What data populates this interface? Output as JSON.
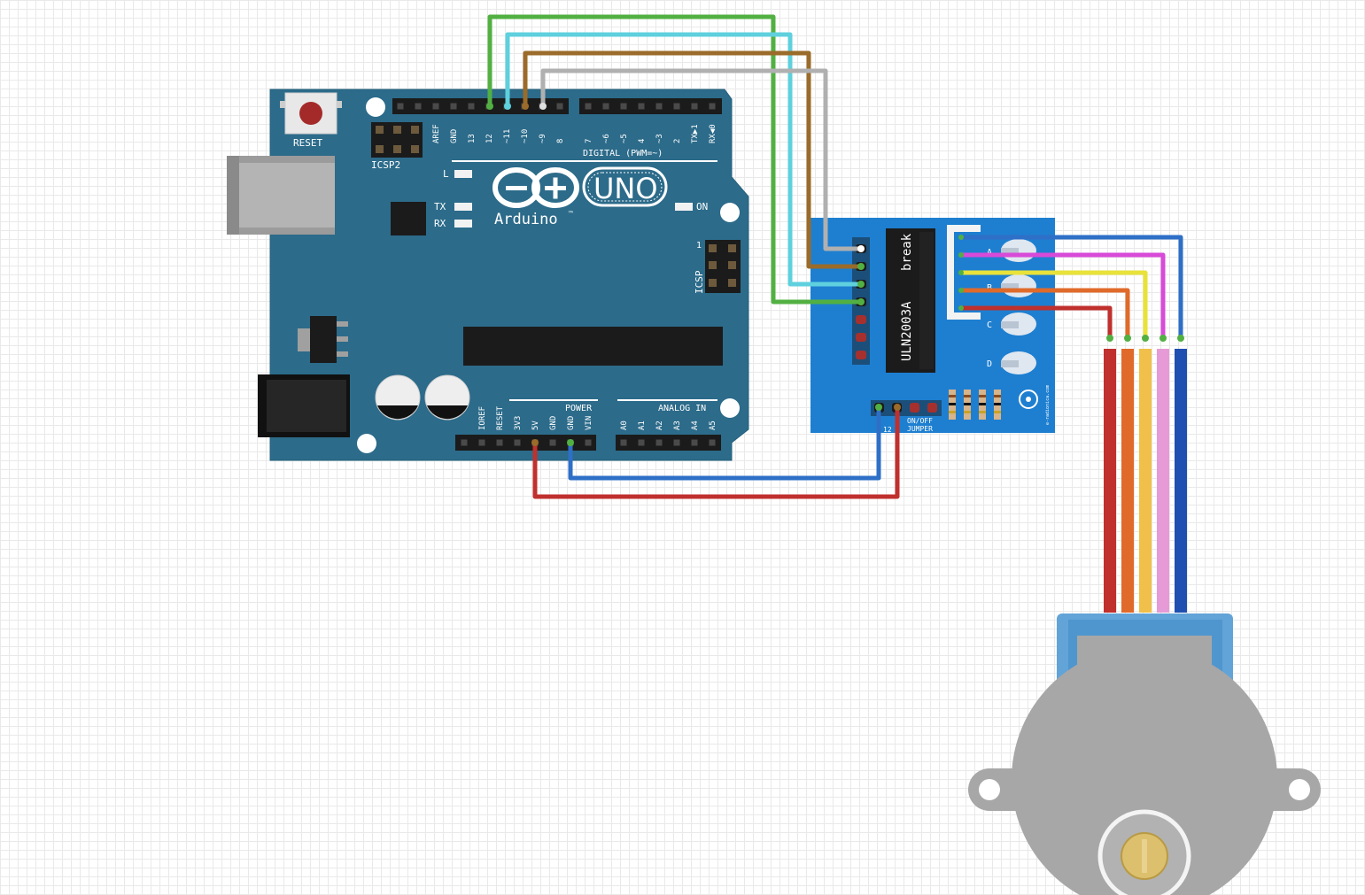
{
  "arduino": {
    "reset_label": "RESET",
    "icsp2_label": "ICSP2",
    "icsp_label": "ICSP",
    "icsp_pin1": "1",
    "logo_uno": "UNO",
    "logo_arduino": "Arduino",
    "tm": "™",
    "led_l": "L",
    "led_tx": "TX",
    "led_rx": "RX",
    "led_on": "ON",
    "digital_header": "DIGITAL (PWM=~)",
    "digital_pins": [
      "AREF",
      "GND",
      "13",
      "12",
      "~11",
      "~10",
      "~9",
      "8",
      "7",
      "~6",
      "~5",
      "4",
      "~3",
      "2",
      "TX▶1",
      "RX◀0"
    ],
    "power_header": "POWER",
    "analog_header": "ANALOG IN",
    "power_pins": [
      "IOREF",
      "RESET",
      "3V3",
      "5V",
      "GND",
      "GND",
      "VIN"
    ],
    "analog_pins": [
      "A0",
      "A1",
      "A2",
      "A3",
      "A4",
      "A5"
    ]
  },
  "driver": {
    "chip_label": "ULN2003A",
    "brand_label": "break",
    "led_letters": [
      "A",
      "B",
      "C",
      "D"
    ],
    "jumper_label_1": "ON/OFF",
    "jumper_label_2": "JUMPER",
    "pin_label": "12",
    "vendor_text": "e-radionica.com"
  },
  "wire_colors": {
    "green": "#52b043",
    "cyan": "#5ed0de",
    "brown": "#9a6b2a",
    "gray": "#b0b0b0",
    "blue": "#2e6fc7",
    "magenta": "#d84ad8",
    "yellow": "#e8e23a",
    "orange": "#e06a2a",
    "red": "#c0302d",
    "pink": "#e69ad6",
    "light_orange": "#f0c04a"
  },
  "board_color": "#2c6b8a",
  "driver_color": "#1e7fd0"
}
